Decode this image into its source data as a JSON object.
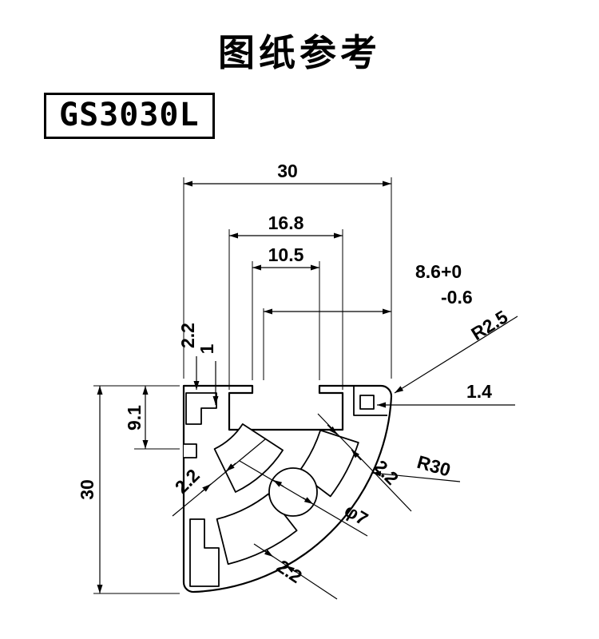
{
  "page": {
    "title": "图纸参考",
    "model": "GS3030L"
  },
  "dims": {
    "overall_width": "30",
    "slot_chamber_width": "16.8",
    "slot_inner_width": "10.5",
    "slot_depth_nominal": "8.6+0",
    "slot_depth_tolerance": "-0.6",
    "lip_thickness": "2.2",
    "lip_step": "1",
    "corner_radius": "R2.5",
    "corner_wall": "1.4",
    "top_section_height": "9.1",
    "overall_height": "30",
    "web_left": "2.2",
    "web_right": "2.2",
    "outer_radius": "R30",
    "center_hole": "φ7",
    "web_bottom": "2.2"
  },
  "colors": {
    "line": "#000000",
    "background": "#ffffff"
  }
}
